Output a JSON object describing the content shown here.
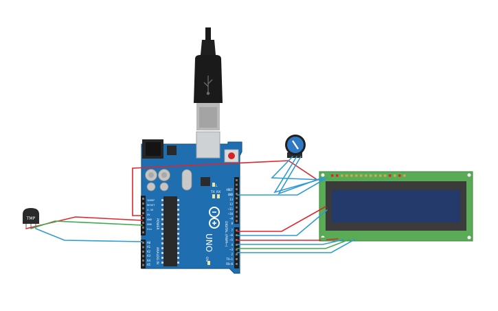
{
  "colors": {
    "board": "#1f6fb0",
    "board_edge": "#17568a",
    "wire_red": "#e0242c",
    "wire_green": "#3daa4a",
    "wire_blue": "#2b9bd2",
    "lcd_pcb": "#5aab55",
    "lcd_screen": "#243a6b",
    "usb_plug": "#1a1a1a",
    "potentiometer": "#2f78c4"
  },
  "icons": [
    "usb-plug-icon",
    "arduino-logo-icon",
    "potentiometer-icon",
    "temperature-sensor-icon"
  ],
  "board": {
    "name": "UNO",
    "power_header": "POWER",
    "analog_header": "ANALOG IN",
    "digital_header": "DIGITAL (PWM~)",
    "power_pins": [
      "IOREF",
      "RESET",
      "3.3V",
      "5V",
      "GND",
      "GND",
      "Vin"
    ],
    "analog_pins": [
      "A0",
      "A1",
      "A2",
      "A3",
      "A4",
      "A5"
    ],
    "digital_pins": [
      "AREF",
      "GND",
      "13",
      "12",
      "~11",
      "~10",
      "~9",
      "8",
      "7",
      "~6",
      "~5",
      "4",
      "~3",
      "2",
      "TX→1",
      "RX←0"
    ],
    "led_labels": [
      "TX",
      "RX",
      "L"
    ],
    "on_label": "ON"
  },
  "sensor": {
    "label": "TMP"
  }
}
